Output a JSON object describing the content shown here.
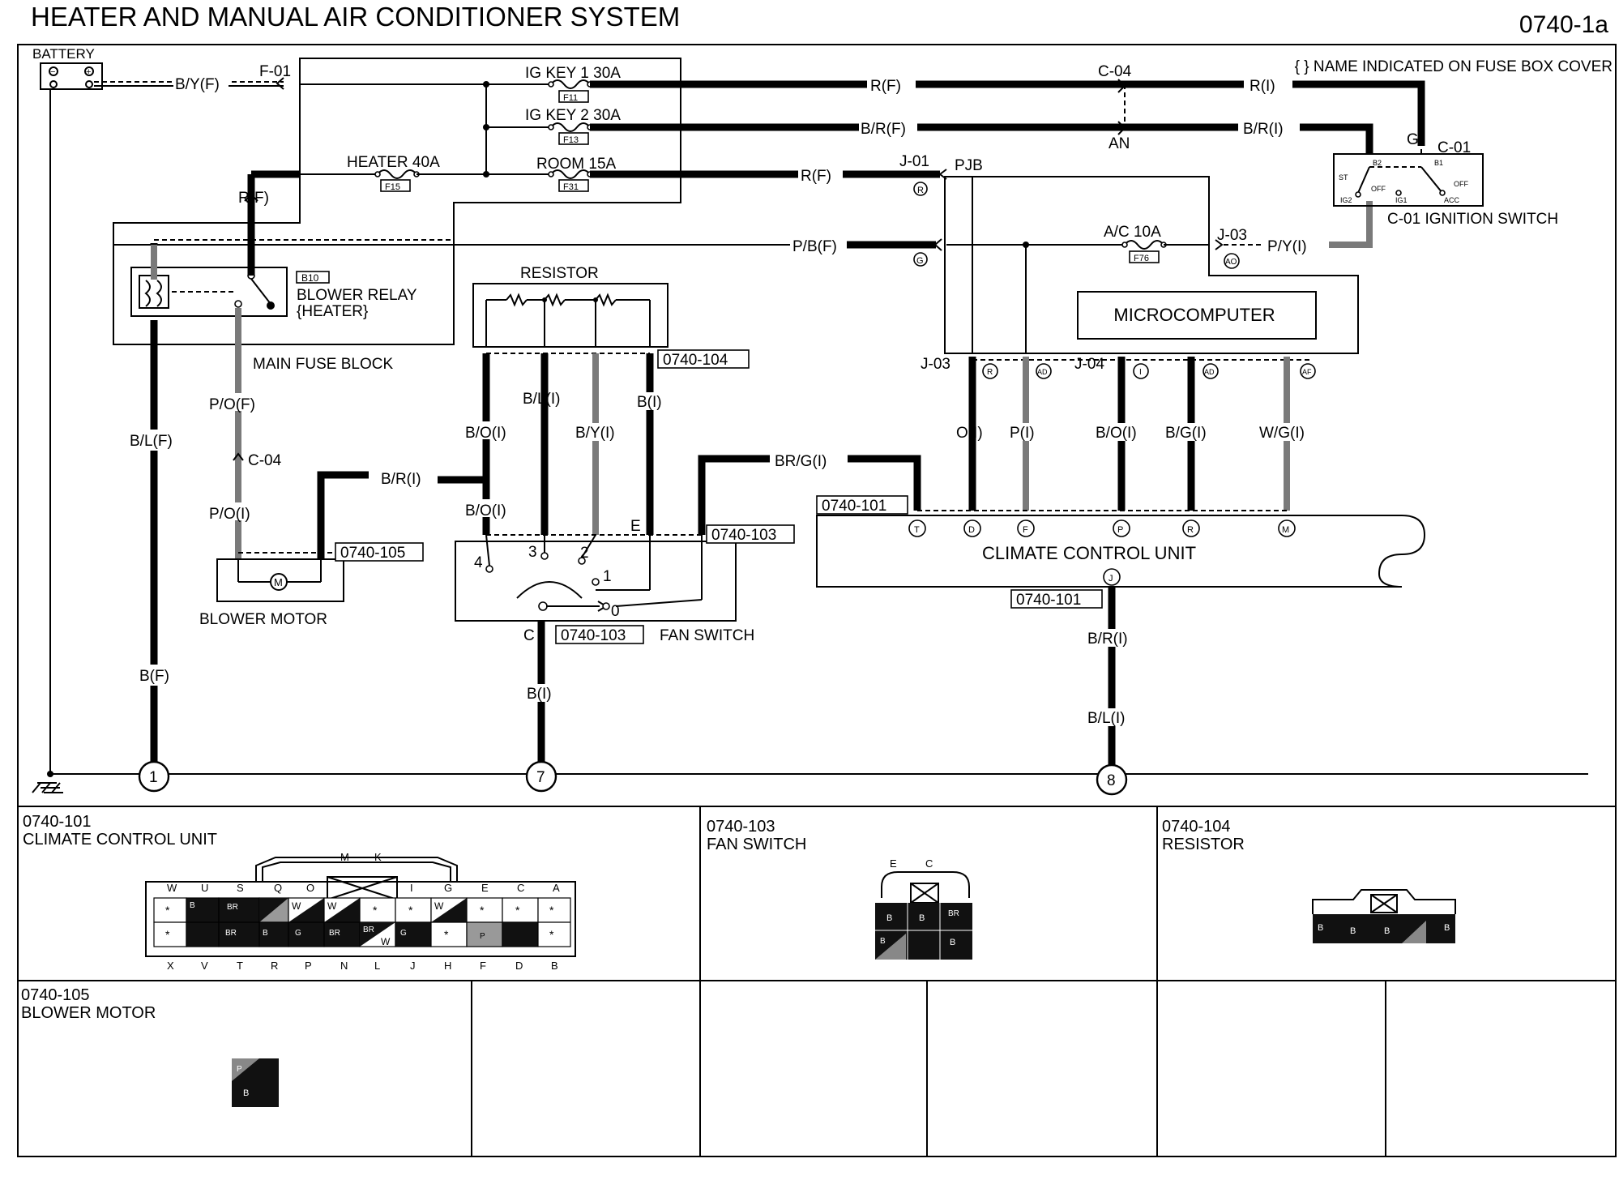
{
  "title": "HEATER AND MANUAL AIR CONDITIONER SYSTEM",
  "page_id": "0740-1a",
  "fuse_note": "{ } NAME INDICATED ON FUSE BOX COVER",
  "components": {
    "battery": "BATTERY",
    "main_fuse_block": "MAIN FUSE BLOCK",
    "blower_relay": "BLOWER RELAY",
    "blower_relay_sub": "{HEATER}",
    "blower_relay_id": "B10",
    "resistor": "RESISTOR",
    "blower_motor": "BLOWER MOTOR",
    "fan_switch": "FAN SWITCH",
    "pjb": "PJB",
    "microcomputer": "MICROCOMPUTER",
    "climate_control_unit": "CLIMATE CONTROL UNIT",
    "ignition_switch": "C-01 IGNITION SWITCH",
    "ignition_c01": "C-01",
    "ignition_g": "G"
  },
  "fuses": {
    "ig_key1": {
      "label": "IG KEY 1 30A",
      "id": "F11"
    },
    "ig_key2": {
      "label": "IG KEY 2 30A",
      "id": "F13"
    },
    "heater": {
      "label": "HEATER 40A",
      "id": "F15"
    },
    "room": {
      "label": "ROOM 15A",
      "id": "F31"
    },
    "ac": {
      "label": "A/C 10A",
      "id": "F76"
    }
  },
  "ignition_positions": [
    "B2",
    "B1",
    "ST",
    "OFF",
    "IG2",
    "IG1",
    "ACC",
    "OFF"
  ],
  "connectors": {
    "f01": "F-01",
    "c04_top": "C-04",
    "an": "AN",
    "j01": "J-01",
    "j03_top": "J-03",
    "j03_left": "J-03",
    "j04": "J-04",
    "c04_mid": "C-04",
    "c_pin": "C",
    "e_pin": "E"
  },
  "wires": {
    "by_f": "B/Y(F)",
    "r_f_1": "R(F)",
    "r_i": "R(I)",
    "br_f": "B/R(F)",
    "br_i_top": "B/R(I)",
    "r_f_2": "R(F)",
    "r_f_relay": "R(F)",
    "pb_f": "P/B(F)",
    "py_i": "P/Y(I)",
    "bl_f": "B/L(F)",
    "po_f": "P/O(F)",
    "po_i": "P/O(I)",
    "br_i_blower": "B/R(I)",
    "bo_i_1": "B/O(I)",
    "bo_i_2": "B/O(I)",
    "bl_i": "B/L(I)",
    "by_i": "B/Y(I)",
    "b_i_res": "B(I)",
    "brg_i": "BR/G(I)",
    "b_f": "B(F)",
    "b_i_fan": "B(I)",
    "o_i": "O(I)",
    "p_i": "P(I)",
    "bo_i_ccu": "B/O(I)",
    "bg_i": "B/G(I)",
    "wg_i": "W/G(I)",
    "br_i_ccu": "B/R(I)",
    "bl_i_ccu": "B/L(I)"
  },
  "pin_letters": {
    "j01_r": "R",
    "j01_g": "G",
    "j03_ao": "AO",
    "j03_r": "R",
    "j03_ad": "AD",
    "j04_i": "I",
    "j04_ad": "AD",
    "j04_af": "AF",
    "ccu_t": "T",
    "ccu_d": "D",
    "ccu_f": "F",
    "ccu_p": "P",
    "ccu_r": "R",
    "ccu_m": "M",
    "ccu_j": "J"
  },
  "ref_tags": {
    "r104": "0740-104",
    "r105": "0740-105",
    "r103a": "0740-103",
    "r103b": "0740-103",
    "r101a": "0740-101",
    "r101b": "0740-101"
  },
  "fan_switch_positions": [
    "4",
    "3",
    "2",
    "1",
    "0"
  ],
  "grounds": [
    "1",
    "7",
    "8"
  ],
  "connector_panels": [
    {
      "ref": "0740-101",
      "name": "CLIMATE CONTROL UNIT"
    },
    {
      "ref": "0740-103",
      "name": "FAN SWITCH"
    },
    {
      "ref": "0740-104",
      "name": "RESISTOR"
    },
    {
      "ref": "0740-105",
      "name": "BLOWER MOTOR"
    }
  ],
  "ccu_connector": {
    "top_letters": [
      "W",
      "U",
      "S",
      "Q",
      "O",
      "M",
      "K",
      "I",
      "G",
      "E",
      "C",
      "A"
    ],
    "bottom_letters": [
      "X",
      "V",
      "T",
      "R",
      "P",
      "N",
      "L",
      "J",
      "H",
      "F",
      "D",
      "B"
    ],
    "upper_row": [
      "*",
      "B",
      "BR",
      "",
      "W",
      "W",
      "*",
      "*",
      "W",
      "*",
      "*",
      "*"
    ],
    "lower_row": [
      "*",
      "",
      "BR",
      "B",
      "G",
      "BR",
      "BR",
      "G",
      "*",
      "P",
      "",
      "*"
    ],
    "w_mark": "W"
  },
  "fan_connector": {
    "top_letters": [
      "E",
      "C"
    ],
    "upper_row": [
      "B",
      "B",
      "BR"
    ],
    "lower_row": [
      "B",
      "",
      "B"
    ]
  },
  "resistor_connector": {
    "cells": [
      "B",
      "B",
      "B",
      "",
      "B"
    ]
  },
  "blower_connector": {
    "cells": [
      "P",
      "B"
    ]
  }
}
